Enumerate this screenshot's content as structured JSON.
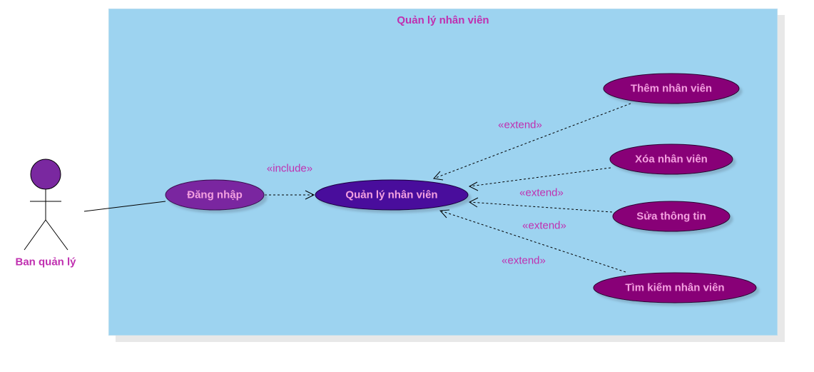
{
  "diagram": {
    "system_title": "Quản lý nhân viên",
    "actor": {
      "name": "Ban quản lý"
    },
    "use_cases": {
      "login": "Đăng nhập",
      "manage": "Quản lý nhân viên",
      "add": "Thêm nhân viên",
      "delete": "Xóa nhân viên",
      "edit": "Sửa thông tin",
      "search": "Tìm kiếm nhân viên"
    },
    "relations": {
      "include": "«include»",
      "extend_add": "«extend»",
      "extend_delete": "«extend»",
      "extend_edit": "«extend»",
      "extend_search": "«extend»"
    }
  },
  "colors": {
    "boundary_fill": "#9dd3f0",
    "title_text": "#c030b0",
    "label_text": "#f4a0e0",
    "login_fill": "#7a28a0",
    "manage_fill": "#4a0a9c",
    "extension_fill": "#880077",
    "actor_fill": "#7a28a0"
  }
}
